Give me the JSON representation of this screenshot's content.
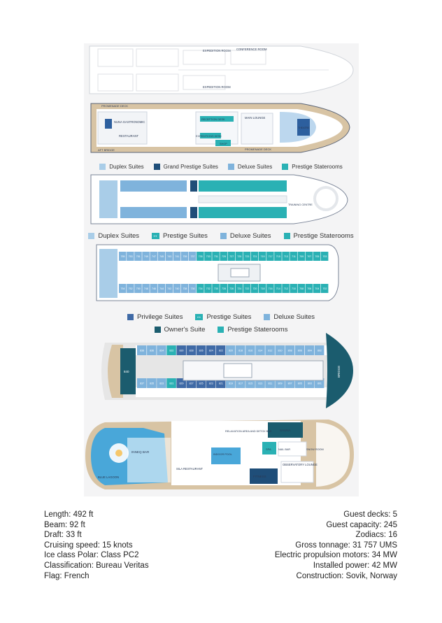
{
  "deck_plan": {
    "deck1": {
      "labels": {
        "expedition_room_a": "EXPEDITION ROOM",
        "conference_room": "CONFERENCE ROOM",
        "expedition_room_b": "EXPEDITION ROOM"
      }
    },
    "deck2": {
      "labels": {
        "promenade_deck_top": "PROMENADE DECK",
        "promenade_deck_bottom": "PROMENADE DECK",
        "nuna_gastronomic": "NUNA GASTRONOMIC",
        "restaurant": "RESTAURANT",
        "aft_bridge": "AFT BRIDGE",
        "reception_desk": "RECEPTION DESK",
        "expeditions_desk": "EXPEDITIONS DESK",
        "shop": "SHOP",
        "main_lounge": "MAIN LOUNGE",
        "theatre": "THEATRE"
      },
      "legend": [
        {
          "label": "Duplex Suites",
          "color": "#a9cde8"
        },
        {
          "label": "Grand Prestige Suites",
          "color": "#1f4e79"
        },
        {
          "label": "Deluxe Suites",
          "color": "#7fb3dc"
        },
        {
          "label": "Prestige Staterooms",
          "color": "#2ab1b4"
        }
      ]
    },
    "deck3": {
      "labels": {
        "training_centre": "TRAINING CENTRE"
      },
      "legend": [
        {
          "label": "Duplex Suites",
          "color": "#a9cde8",
          "arrow": false
        },
        {
          "label": "Prestige Suites",
          "color": "#2ab1b4",
          "arrow": true
        },
        {
          "label": "Deluxe Suites",
          "color": "#7fb3dc",
          "arrow": false
        },
        {
          "label": "Prestige Staterooms",
          "color": "#2ab1b4",
          "arrow": false
        }
      ]
    },
    "deck4": {
      "top_cabins": [
        "755",
        "753",
        "751",
        "749",
        "747",
        "745",
        "743",
        "741",
        "739",
        "737",
        "735",
        "733",
        "731",
        "729",
        "727",
        "725",
        "723",
        "721",
        "719",
        "717",
        "715",
        "713",
        "711",
        "709",
        "707",
        "705",
        "703"
      ],
      "bottom_cabins": [
        "754",
        "752",
        "750",
        "748",
        "746",
        "744",
        "742",
        "740",
        "738",
        "736",
        "734",
        "732",
        "730",
        "728",
        "726",
        "724",
        "722",
        "720",
        "718",
        "716",
        "714",
        "712",
        "710",
        "708",
        "706",
        "704",
        "702"
      ],
      "legend_row1": [
        {
          "label": "Privilege Suites",
          "color": "#3f6aa6",
          "arrow": false
        },
        {
          "label": "Prestige Suites",
          "color": "#2ab1b4",
          "arrow": true
        },
        {
          "label": "Deluxe Suites",
          "color": "#7fb3dc",
          "arrow": false
        }
      ],
      "legend_row2": [
        {
          "label": "Owner's Suite",
          "color": "#1b5c6e",
          "arrow": false
        },
        {
          "label": "Prestige Staterooms",
          "color": "#2ab1b4",
          "arrow": false
        }
      ]
    },
    "deck5": {
      "owners_suite": "840",
      "top_cabins": [
        "838",
        "836",
        "834",
        "832",
        "830",
        "828",
        "826",
        "824",
        "822",
        "820",
        "818",
        "816",
        "814",
        "812",
        "810",
        "808",
        "806",
        "804",
        "802"
      ],
      "bottom_cabins": [
        "837",
        "835",
        "833",
        "831",
        "829",
        "827",
        "825",
        "823",
        "821",
        "819",
        "817",
        "815",
        "813",
        "811",
        "809",
        "807",
        "805",
        "803",
        "801"
      ],
      "bridge": "BRIDGE"
    },
    "deck6": {
      "labels": {
        "blue_lagoon": "BLUE LAGOON",
        "inneq_bar": "INNEQ BAR",
        "sila_restaurant": "SILA RESTAURANT",
        "relaxation_area": "RELAXATION AREA AND DETOX BAR",
        "indoor_pool": "INDOOR POOL",
        "sauna": "SAUNA",
        "spa": "SPA",
        "nail_bar": "NAIL BAR",
        "snow_room": "SNOW ROOM",
        "observatory_lounge": "OBSERVATORY LOUNGE",
        "fitness": "FITNESS"
      }
    }
  },
  "specs": {
    "left": [
      "Length: 492 ft",
      "Beam: 92 ft",
      "Draft: 33 ft",
      "Cruising speed: 15 knots",
      "Ice class Polar: Class PC2",
      "Classification: Bureau Veritas",
      "Flag: French"
    ],
    "right": [
      "Guest decks: 5",
      "Guest capacity: 245",
      "Zodiacs: 16",
      "Gross tonnage: 31 757 UMS",
      "Electric propulsion motors: 34 MW",
      "Installed power: 42 MW",
      "Construction: Sovik, Norway"
    ]
  }
}
